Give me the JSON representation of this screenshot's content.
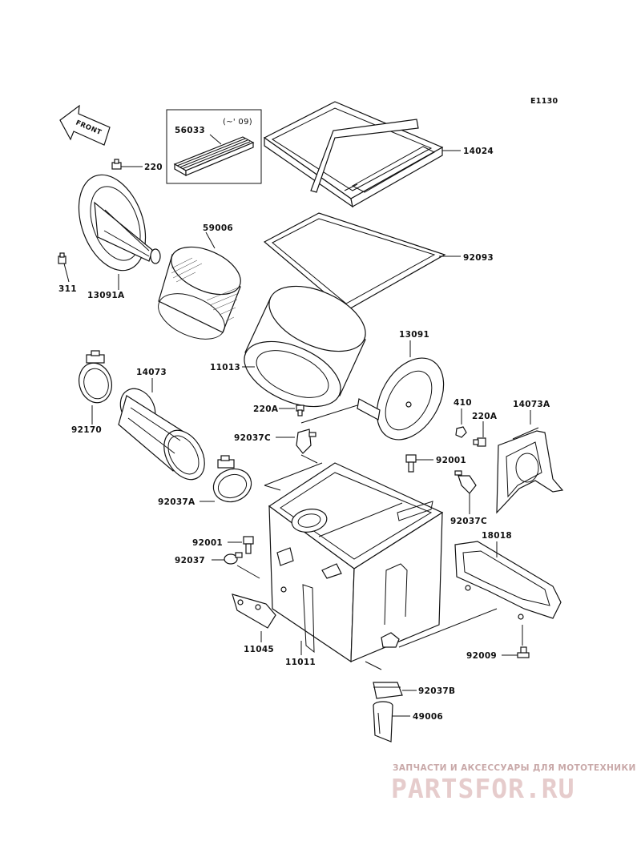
{
  "diagram": {
    "code": "E1130",
    "front_label": "FRONT",
    "inset_note": "(~' 09)",
    "part_numbers": {
      "p220": "220",
      "p311": "311",
      "p13091A": "13091A",
      "p56033": "56033",
      "p14024": "14024",
      "p59006": "59006",
      "p92093": "92093",
      "p11013": "11013",
      "p14073": "14073",
      "p92170": "92170",
      "p13091": "13091",
      "p220A_left": "220A",
      "p410": "410",
      "p220A_right": "220A",
      "p14073A": "14073A",
      "p92037C_left": "92037C",
      "p92001_top": "92001",
      "p92037A": "92037A",
      "p92037C_right": "92037C",
      "p18018": "18018",
      "p92001_left": "92001",
      "p92037": "92037",
      "p11045": "11045",
      "p11011": "11011",
      "p92009": "92009",
      "p92037B": "92037B",
      "p49006": "49006"
    }
  },
  "watermark": {
    "tagline": "ЗАПЧАСТИ И АКСЕССУАРЫ ДЛЯ МОТОТЕХНИКИ",
    "site": "PARTSFOR.RU"
  }
}
